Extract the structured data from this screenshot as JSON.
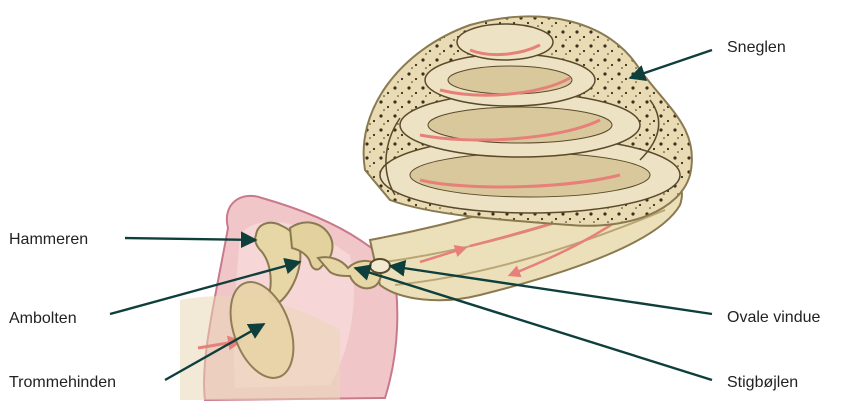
{
  "labels": {
    "hammer": "Hammeren",
    "ambolt": "Ambolten",
    "tromme": "Trommehinden",
    "sneglen": "Sneglen",
    "ovale": "Ovale vindue",
    "stig": "Stigbøjlen"
  },
  "colors": {
    "bone": "#ece0bb",
    "bone_shadow": "#b9a674",
    "bone_dark": "#5a4a2b",
    "flesh": "#f0c6c9",
    "flesh_edge": "#c97a8a",
    "wave_arrow": "#e8807a",
    "leader": "#0f3f3c"
  }
}
